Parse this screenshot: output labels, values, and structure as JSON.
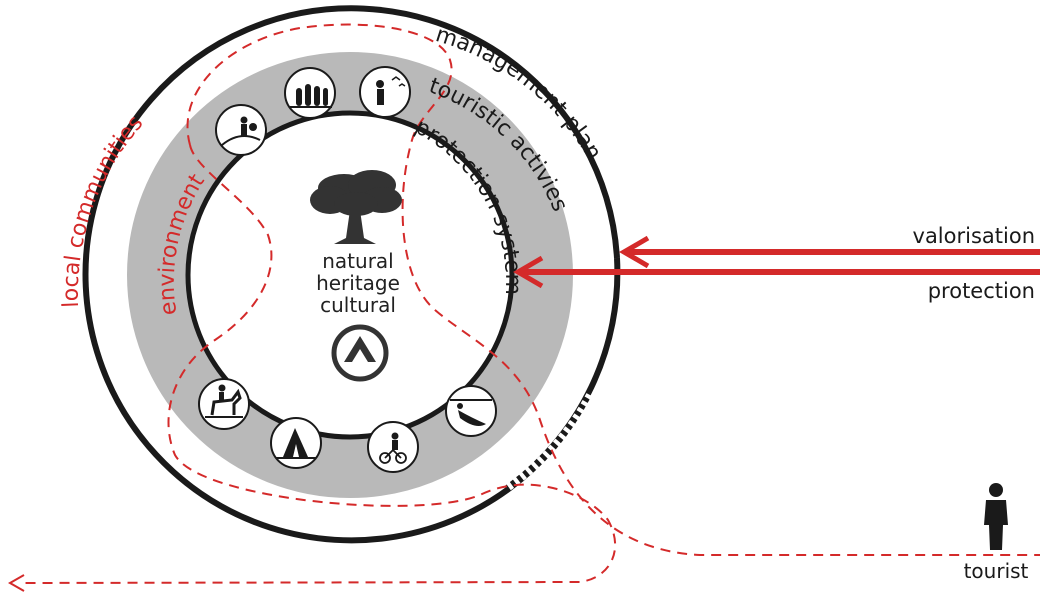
{
  "center": {
    "line1": "natural",
    "line2": "heritage",
    "line3": "cultural",
    "tree_icon": "tree-icon",
    "unesco_icon": "world-heritage-emblem-icon"
  },
  "rings": {
    "outer": "management plan",
    "gray": "touristic activies",
    "inner": "protection system"
  },
  "red_labels": {
    "outer": "local communities",
    "inner": "environment"
  },
  "arrows": {
    "top": "valorisation",
    "bottom": "protection"
  },
  "tourist": {
    "label": "tourist",
    "icon": "person-icon"
  },
  "activity_icons": [
    "hiker-landscape-icon",
    "group-of-people-icon",
    "birdwatching-icon",
    "horse-riding-icon",
    "camping-tent-icon",
    "cycling-icon",
    "fishing-icon"
  ],
  "colors": {
    "red": "#d42a2a",
    "black": "#1a1a1a",
    "gray_ring": "#b9b9b9"
  }
}
